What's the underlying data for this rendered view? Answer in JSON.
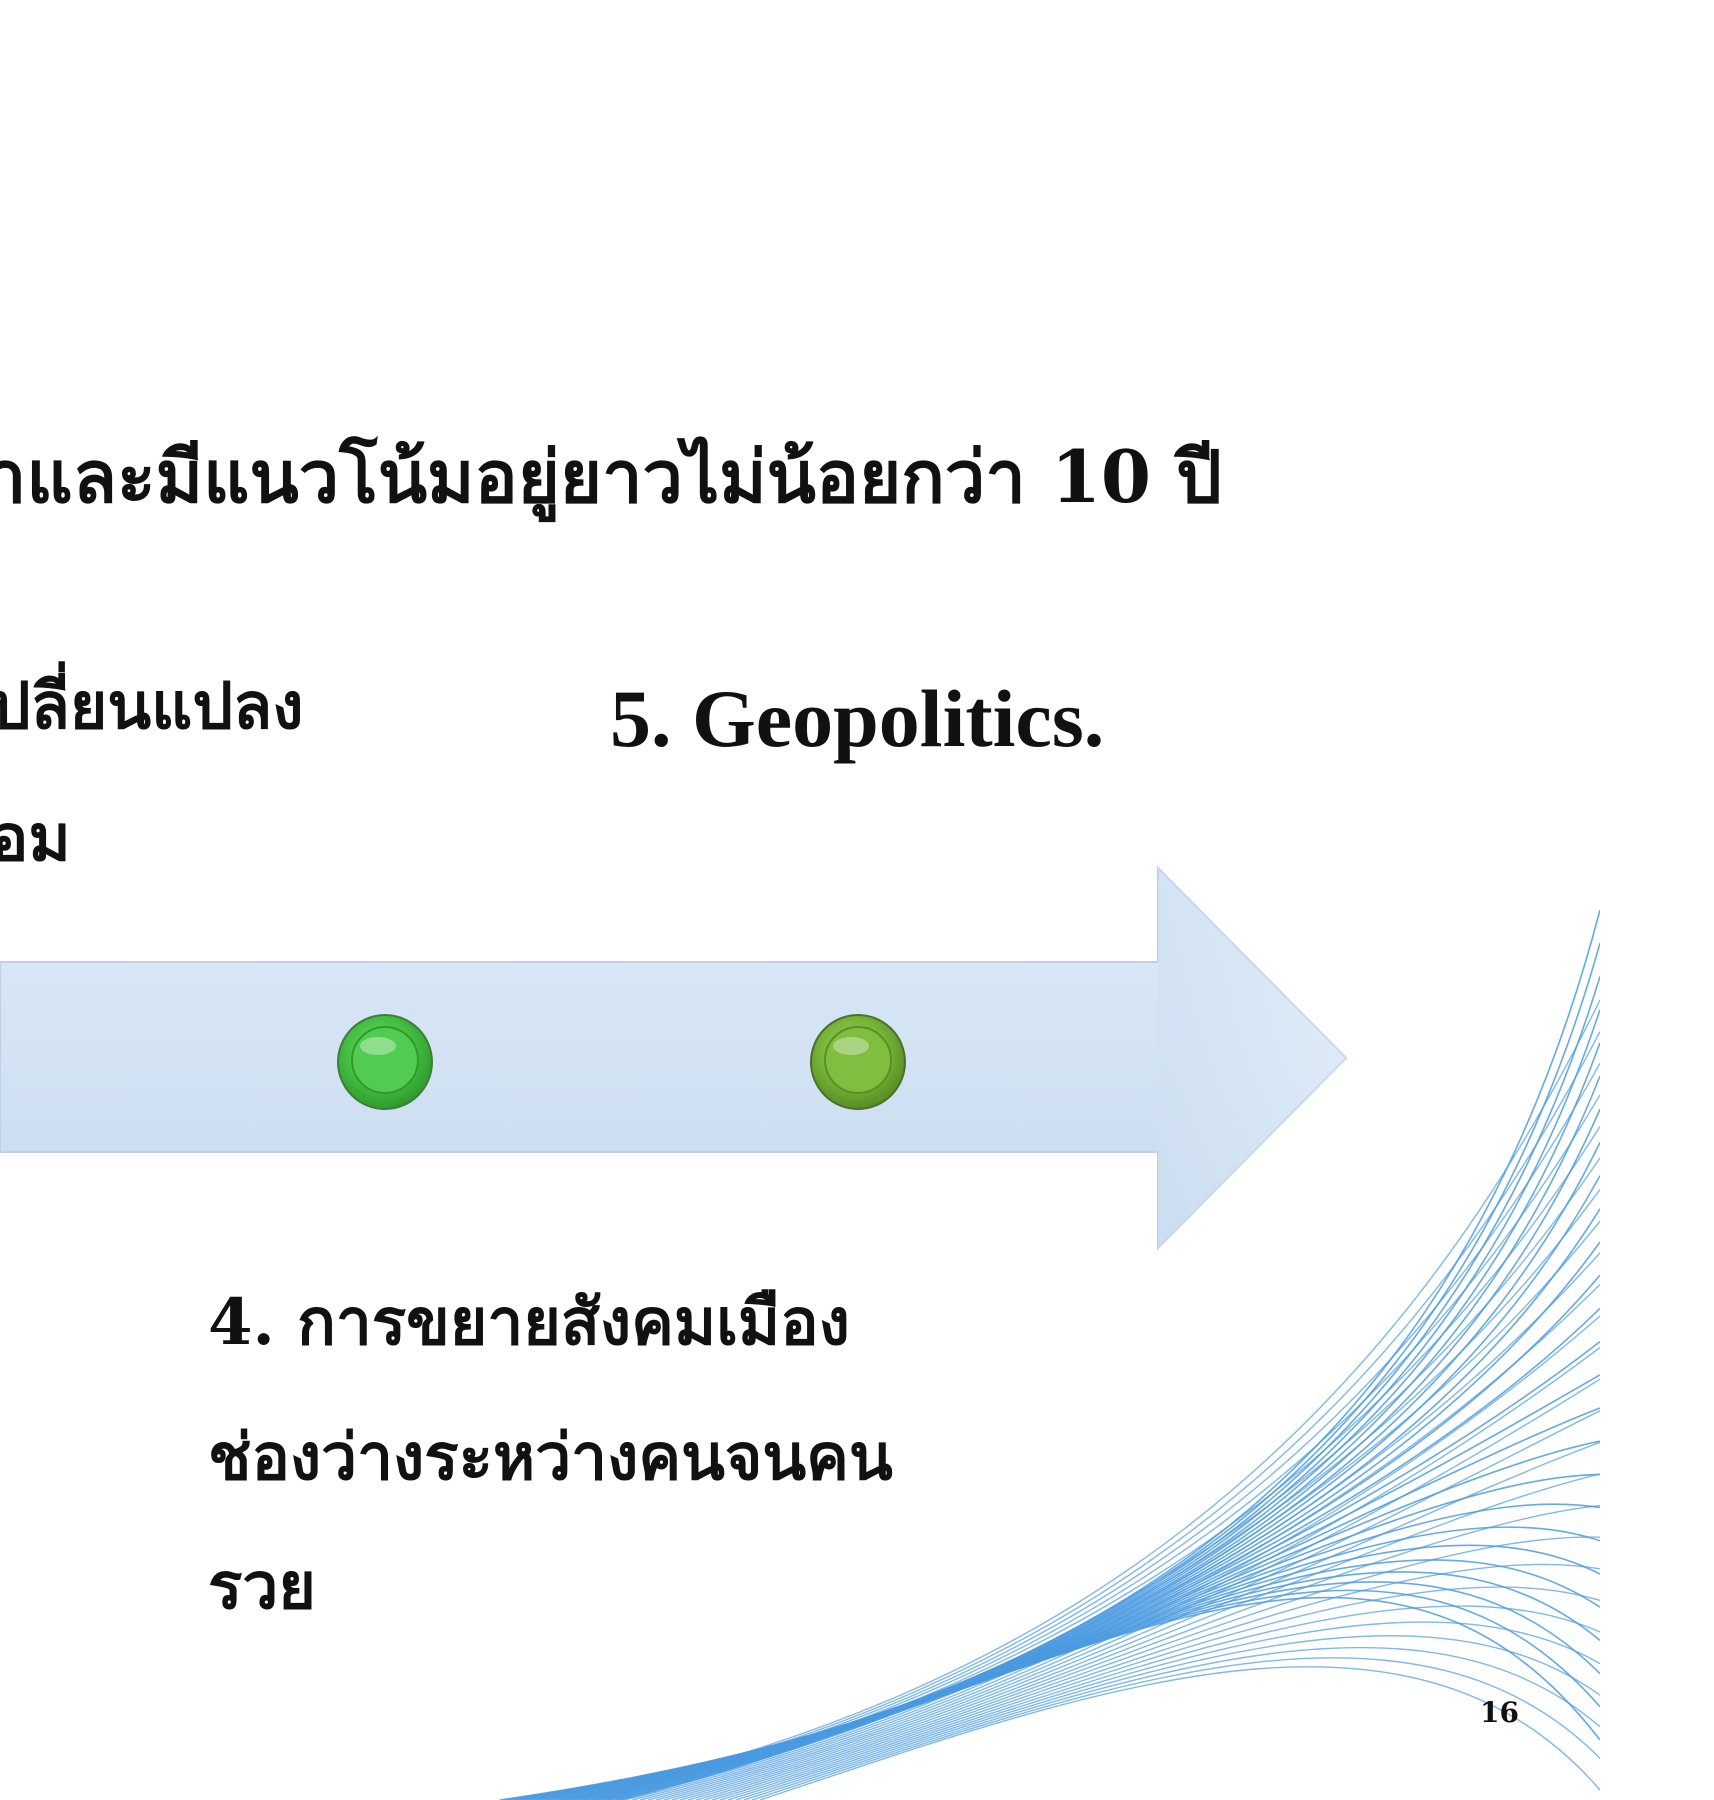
{
  "slide": {
    "heading": "าและมีแนวโน้มอยู่ยาวไม่น้อยกว่า 10 ปี",
    "items": [
      {
        "lines": [
          "ปลี่ยนแปลง",
          "้อม"
        ]
      },
      {
        "lines": [
          "5. Geopolitics."
        ]
      },
      {
        "lines": [
          "4. การขยายสังคมเมือง",
          "ช่องว่างระหว่างคนจนคน",
          "รวย"
        ]
      }
    ],
    "page_number": "16"
  },
  "colors": {
    "arrow_fill": "#d6e5f5",
    "arrow_outline": "#b9cfe7",
    "dot_green_1": "#4cc94a",
    "dot_green_2": "#7abf3a",
    "decor_lines": "#4a9ae0",
    "text": "#111111"
  }
}
